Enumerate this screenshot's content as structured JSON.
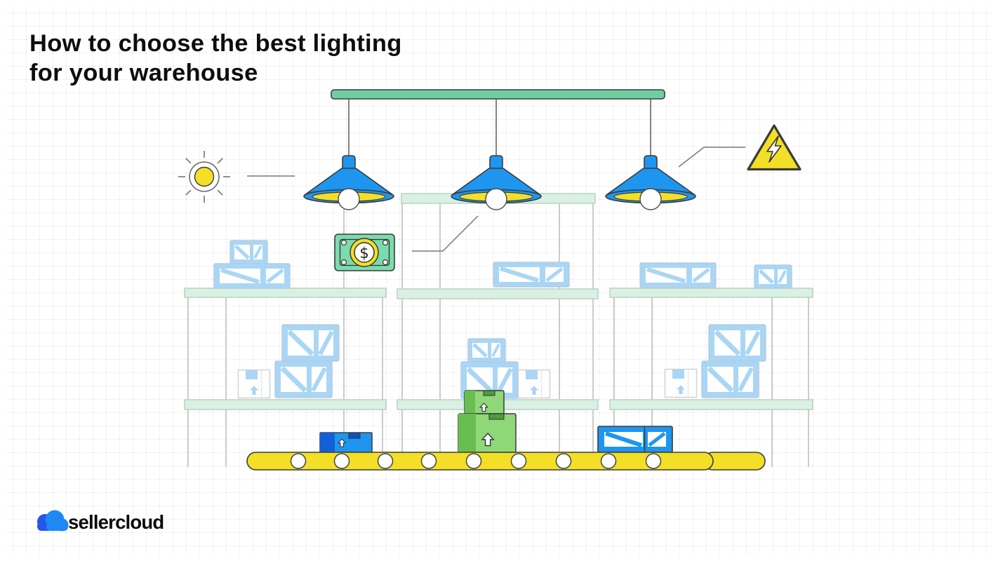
{
  "page": {
    "background_color": "#ffffff",
    "grid_color": "#ebebeb"
  },
  "header": {
    "title_line1": "How to choose the best lighting",
    "title_line2": "for your warehouse"
  },
  "footer": {
    "logo_text": "sellercloud"
  },
  "illustration": {
    "money_symbol": "$",
    "icons": [
      {
        "name": "sun-icon"
      },
      {
        "name": "pendant-lamp-icon",
        "count": 3
      },
      {
        "name": "hazard-lightning-icon"
      },
      {
        "name": "dollar-bill-icon"
      },
      {
        "name": "crate-icon"
      },
      {
        "name": "cardboard-box-icon"
      },
      {
        "name": "conveyor-belt-icon"
      },
      {
        "name": "cloud-logo-icon"
      }
    ],
    "colors": {
      "blue": "#1E96F0",
      "dark_blue": "#1360D6",
      "yellow": "#F2DF26",
      "mint_bar": "#6FCFA0",
      "bill_green": "#7CDBAD",
      "shelf_mint": "#D8F1E3",
      "crate_blue": "#A9D6F5",
      "green_light": "#8FD878",
      "green_dark": "#69BE52",
      "green_notch": "#4E9D3C",
      "blue_notch": "#0F52C0",
      "outline": "#3B3B3B",
      "logo_blue": "#1E88F5",
      "logo_blue_dark": "#2458E6",
      "title_color": "#0D0D0D",
      "grid": "#ebebeb"
    }
  }
}
